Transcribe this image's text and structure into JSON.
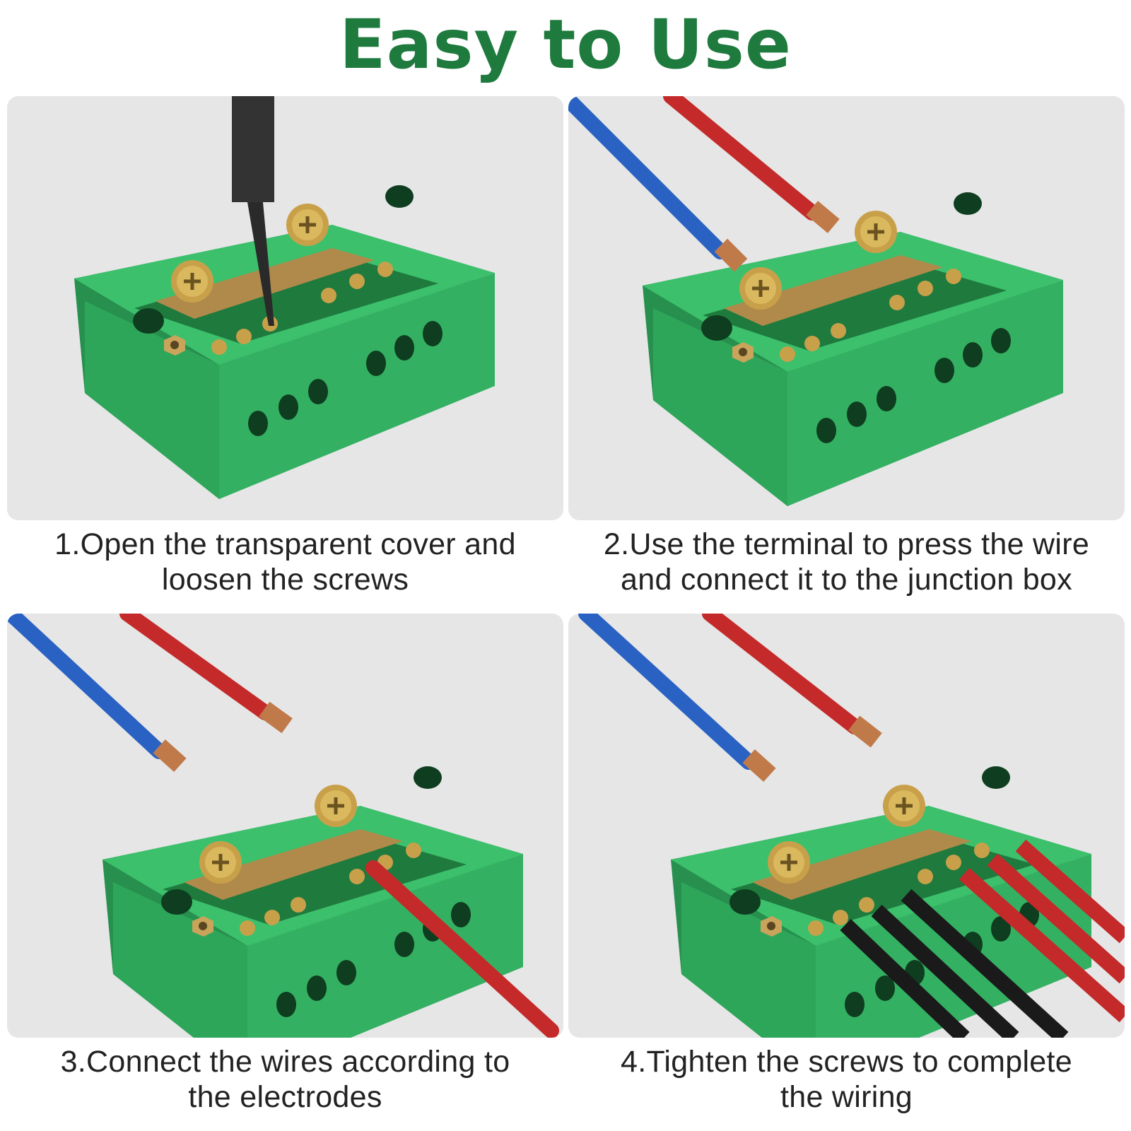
{
  "title": "Easy to Use",
  "colors": {
    "title": "#1f7a3e",
    "box": "#2fa05a",
    "panel": "#e6e6e6",
    "wire_blue": "#2a62c4",
    "wire_red": "#c42a2a",
    "wire_black": "#1a1a1a"
  },
  "steps": [
    {
      "line1": "1.Open the transparent cover and",
      "line2": "loosen the screws",
      "image": "screwdriver-loosening-screw"
    },
    {
      "line1": "2.Use the terminal to press the wire",
      "line2": "and connect it to the junction box",
      "image": "blue-red-wires-with-terminals"
    },
    {
      "line1": "3.Connect the wires according to",
      "line2": "the electrodes",
      "image": "single-red-wire-inserted"
    },
    {
      "line1": "4.Tighten the screws to complete",
      "line2": "the wiring",
      "image": "black-red-wires-inserted"
    }
  ]
}
